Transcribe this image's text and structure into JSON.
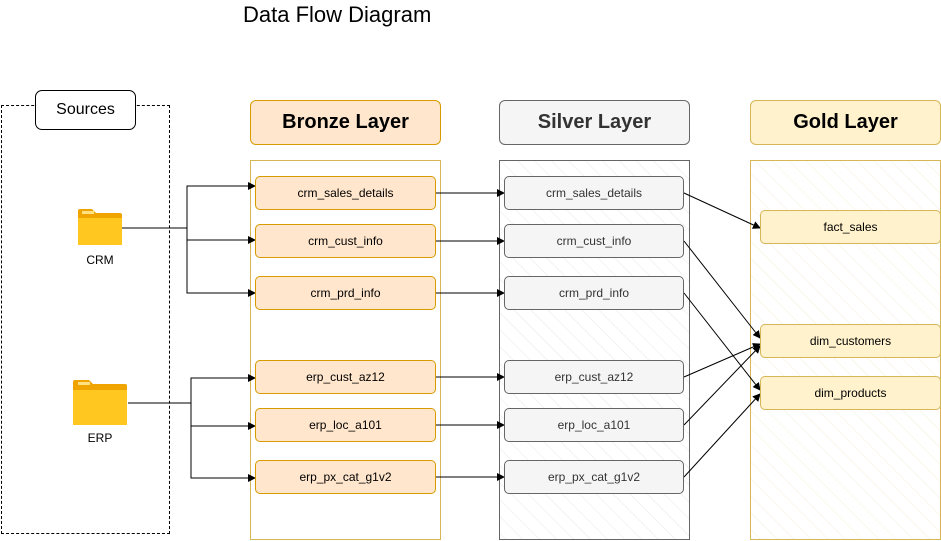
{
  "title": "Data Flow Diagram",
  "sources": {
    "label": "Sources",
    "crm": {
      "label": "CRM",
      "icon": "folder-icon"
    },
    "erp": {
      "label": "ERP",
      "icon": "folder-icon"
    }
  },
  "layers": {
    "bronze": {
      "title": "Bronze Layer",
      "items": [
        "crm_sales_details",
        "crm_cust_info",
        "crm_prd_info",
        "erp_cust_az12",
        "erp_loc_a101",
        "erp_px_cat_g1v2"
      ]
    },
    "silver": {
      "title": "Silver Layer",
      "items": [
        "crm_sales_details",
        "crm_cust_info",
        "crm_prd_info",
        "erp_cust_az12",
        "erp_loc_a101",
        "erp_px_cat_g1v2"
      ]
    },
    "gold": {
      "title": "Gold Layer",
      "items": [
        "fact_sales",
        "dim_customers",
        "dim_products"
      ]
    }
  },
  "colors": {
    "bronze_fill": "#ffe6cc",
    "bronze_border": "#d79b00",
    "silver_fill": "#f5f5f5",
    "silver_border": "#666666",
    "gold_fill": "#fff2cc",
    "gold_border": "#d6b656",
    "folder": "#ffc107"
  }
}
